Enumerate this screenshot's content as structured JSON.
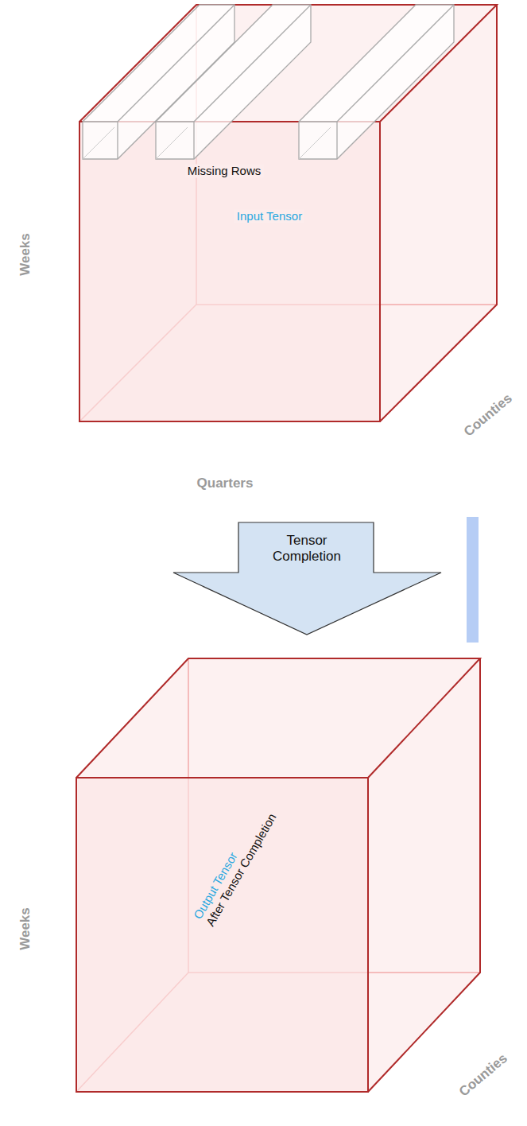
{
  "diagram": {
    "nodes": [
      {
        "text": [
          "Missing Rows",
          "Input Tensor"
        ]
      },
      {
        "text": [
          "Tensor Completion"
        ]
      },
      {
        "text": [
          "Output Tensor",
          "After Tensor Completion"
        ]
      }
    ],
    "labels": [
      "Weeks",
      "Counties",
      "Quarters",
      "Weeks",
      "Counties"
    ]
  }
}
